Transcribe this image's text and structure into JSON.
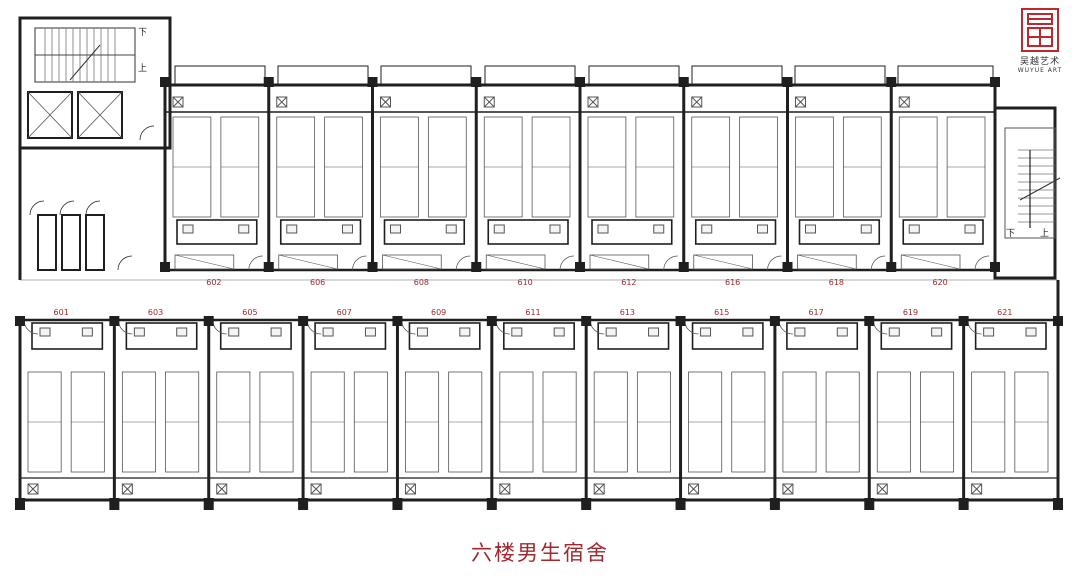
{
  "caption": "六楼男生宿舍",
  "logo": {
    "cn": "吴越艺术",
    "en": "WUYUE ART",
    "accent": "#c0262d"
  },
  "colors": {
    "wall": "#1f1f1f",
    "line": "#555555",
    "label": "#a3282e",
    "fixture": "#f4f4f4"
  },
  "rooms_north": [
    "602",
    "606",
    "608",
    "610",
    "612",
    "616",
    "618",
    "620"
  ],
  "rooms_south": [
    "601",
    "603",
    "605",
    "607",
    "609",
    "611",
    "613",
    "615",
    "617",
    "619",
    "621"
  ],
  "stair_labels": {
    "west_down": "下",
    "west_up": "上",
    "east_down": "下",
    "east_up": "上"
  }
}
